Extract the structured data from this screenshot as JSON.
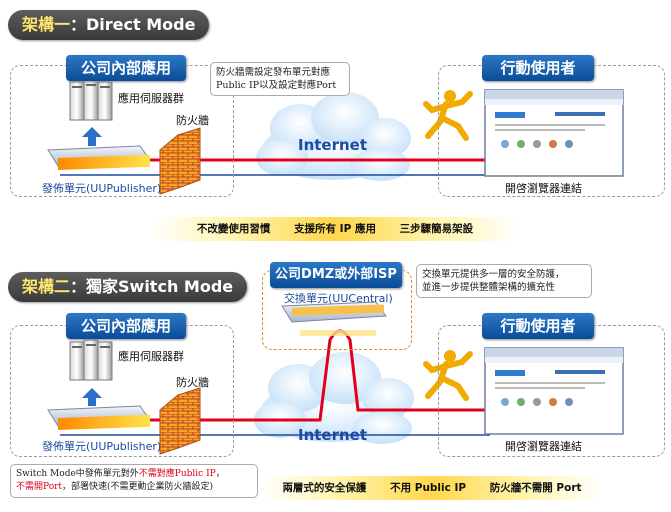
{
  "arch1": {
    "title_label": "架構一",
    "title_mode": "：Direct Mode",
    "company_tab": "公司內部應用",
    "mobile_tab": "行動使用者",
    "server_label": "應用伺服器群",
    "firewall_label": "防火牆",
    "publisher_label": "發佈單元(UUPublisher)",
    "internet_label": "Internet",
    "browser_label": "開啓瀏覽器連結",
    "callout_line1": "防火牆需設定發布單元對應",
    "callout_line2": "Public IP以及設定對應Port",
    "banner": [
      "不改變使用習慣",
      "支援所有 IP 應用",
      "三步驟簡易架設"
    ]
  },
  "arch2": {
    "title_label": "架構二",
    "title_mode": "：獨家Switch Mode",
    "company_tab": "公司內部應用",
    "mobile_tab": "行動使用者",
    "server_label": "應用伺服器群",
    "firewall_label": "防火牆",
    "publisher_label": "發佈單元(UUPublisher)",
    "internet_label": "Internet",
    "browser_label": "開啓瀏覽器連結",
    "dmz_tab": "公司DMZ或外部ISP",
    "switch_label": "交換單元(UUCentral)",
    "callout_right_line1": "交換單元提供多一層的安全防護，",
    "callout_right_line2": "並進一步提供整體架構的擴充性",
    "callout_left_prefix": "Switch Mode中發佈單元對外",
    "callout_left_red1": "不需對應Public IP",
    "callout_left_comma": "，",
    "callout_left_red2": "不需開Port",
    "callout_left_suffix": "，部署快速(不需更動企業防火牆設定)",
    "banner": [
      "兩層式的安全保護",
      "不用 Public IP",
      "防火牆不需開 Port"
    ]
  },
  "colors": {
    "blue_tab": "#0b4c98",
    "title_yellow": "#ffe66d",
    "red_line": "#e0001b",
    "blue_line": "#1c4aa0",
    "cloud": "#cfe6fb",
    "orange_dash": "#e08a2e"
  },
  "icons": [
    "server-icon",
    "up-arrow-icon",
    "firewall-icon",
    "publisher-device-icon",
    "cloud-icon",
    "running-man-icon",
    "browser-window-icon",
    "switch-device-icon"
  ]
}
